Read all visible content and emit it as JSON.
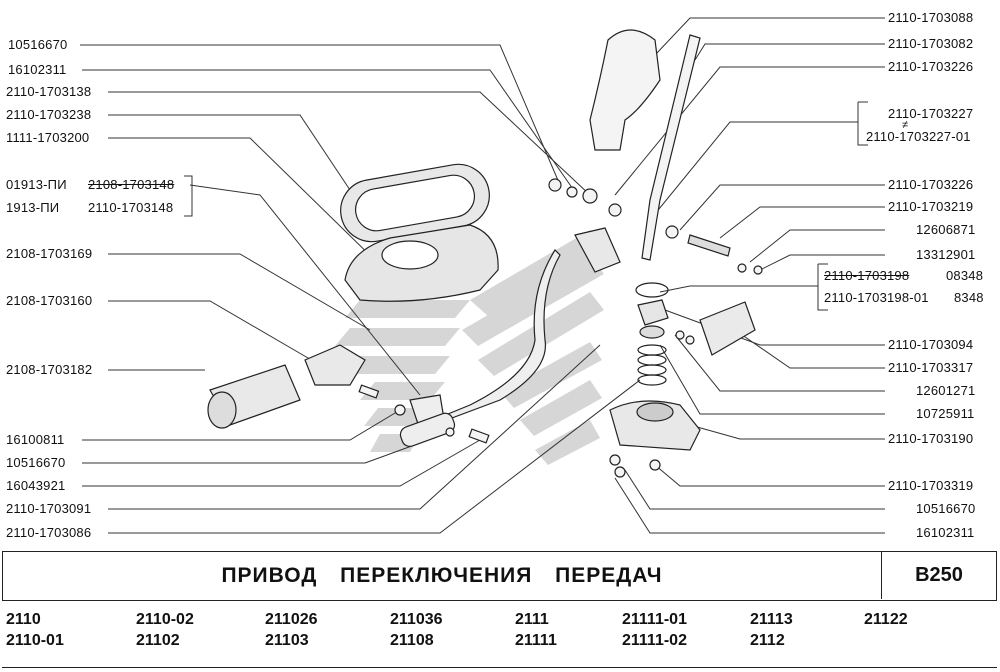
{
  "labels_left": [
    {
      "text": "10516670"
    },
    {
      "text": "16102311"
    },
    {
      "text": "2110-1703138"
    },
    {
      "text": "2110-1703238"
    },
    {
      "text": "1111-1703200"
    },
    {
      "text": "2108-1703169"
    },
    {
      "text": "2108-1703160"
    },
    {
      "text": "2108-1703182"
    },
    {
      "text": "16100811"
    },
    {
      "text": "10516670"
    },
    {
      "text": "16043921"
    },
    {
      "text": "2110-1703091"
    },
    {
      "text": "2110-1703086"
    }
  ],
  "boxed_left": {
    "row1_a": "01913-ПИ",
    "row1_b": "2108-1703148",
    "row2_a": "1913-ПИ",
    "row2_b": "2110-1703148"
  },
  "labels_right": [
    {
      "text": "2110-1703088"
    },
    {
      "text": "2110-1703082"
    },
    {
      "text": "2110-1703226"
    },
    {
      "text": "2110-1703226"
    },
    {
      "text": "2110-1703219"
    },
    {
      "text": "12606871"
    },
    {
      "text": "13312901"
    },
    {
      "text": "2110-1703094"
    },
    {
      "text": "2110-1703317"
    },
    {
      "text": "12601271"
    },
    {
      "text": "10725911"
    },
    {
      "text": "2110-1703190"
    },
    {
      "text": "2110-1703319"
    },
    {
      "text": "10516670"
    },
    {
      "text": "16102311"
    }
  ],
  "boxed_right_top": {
    "line1": "2110-1703227",
    "symbol": "≠",
    "line2": "2110-1703227-01"
  },
  "boxed_right_mid": {
    "row1_a": "2110-1703198",
    "row1_b": "08348",
    "row2_a": "2110-1703198-01",
    "row2_b": "8348"
  },
  "title": "ПРИВОД ПЕРЕКЛЮЧЕНИЯ ПЕРЕДАЧ",
  "section_code": "В250",
  "models": [
    "2110",
    "2110-01",
    "2110-02",
    "21102",
    "211026",
    "21103",
    "211036",
    "21108",
    "2111",
    "21111",
    "21111-01",
    "21111-02",
    "21113",
    "2112",
    "21122"
  ]
}
